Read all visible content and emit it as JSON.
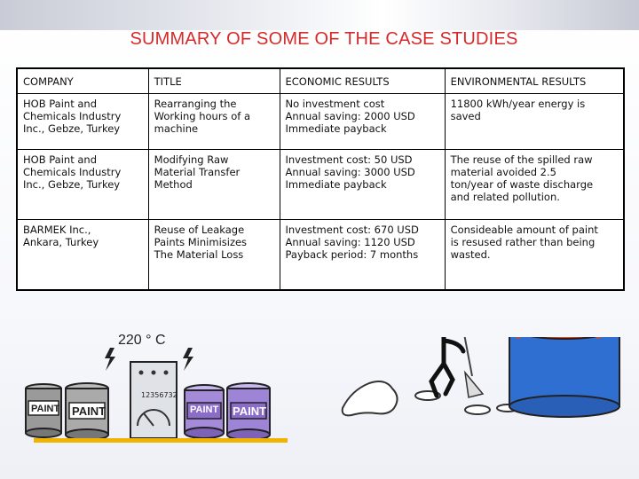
{
  "title": "SUMMARY OF SOME OF THE CASE STUDIES",
  "table": {
    "headers": [
      "COMPANY",
      "TITLE",
      "ECONOMIC RESULTS",
      "ENVIRONMENTAL RESULTS"
    ],
    "rows": [
      [
        "HOB Paint and\nChemicals Industry\nInc., Gebze, Turkey",
        "Rearranging the\nWorking hours of a\nmachine",
        "No investment cost\nAnnual saving: 2000 USD\nImmediate payback",
        "11800 kWh/year energy is\nsaved"
      ],
      [
        "HOB Paint and\nChemicals Industry\nInc., Gebze, Turkey",
        "Modifying Raw\nMaterial Transfer\nMethod",
        "Investment cost: 50 USD\nAnnual saving: 3000 USD\nImmediate payback",
        "The reuse of the spilled raw\nmaterial avoided 2.5\nton/year of waste discharge\nand related pollution."
      ],
      [
        "BARMEK Inc.,\nAnkara, Turkey",
        "Reuse of Leakage\nPaints Minimisizes\nThe Material Loss",
        "Investment cost: 670 USD\nAnnual saving: 1120 USD\nPayback period: 7 months",
        "Consideable amount of paint\nis resused rather than being\nwasted."
      ]
    ]
  },
  "illustration": {
    "temperature": "220 ° C",
    "meter_reading": "12356732",
    "can_label": "PAINT"
  }
}
